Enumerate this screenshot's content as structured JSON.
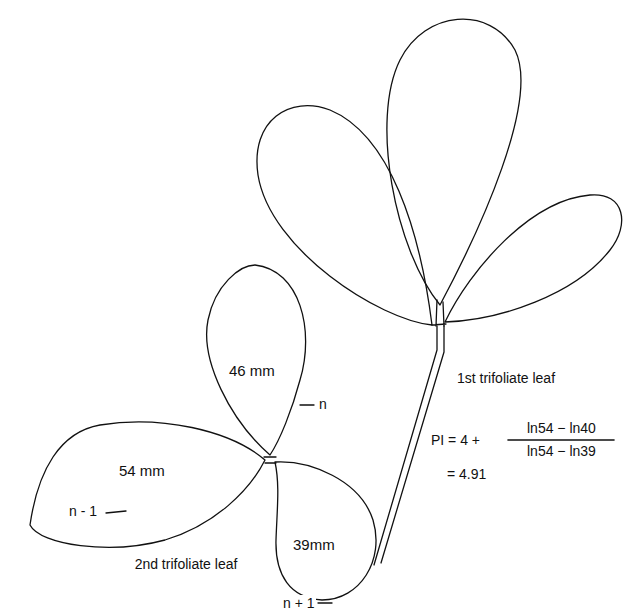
{
  "diagram": {
    "labels": [
      "46 mm",
      "n",
      "54 mm",
      "n - 1",
      "2nd trifoliate leaf",
      "39mm",
      "n + 1",
      "1st trifoliate leaf",
      "PI = 4 +",
      "ln54 − ln40",
      "ln54 − ln39",
      "= 4.91"
    ]
  }
}
